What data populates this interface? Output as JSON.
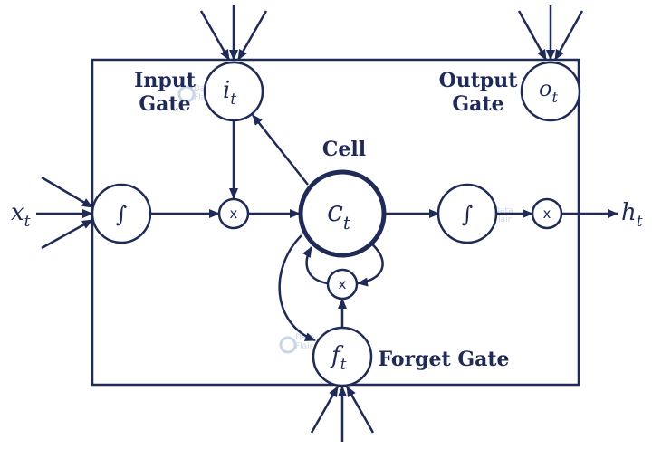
{
  "labels": {
    "input_gate_line1": "Input",
    "input_gate_line2": "Gate",
    "output_gate_line1": "Output",
    "output_gate_line2": "Gate",
    "cell": "Cell",
    "forget_gate": "Forget Gate"
  },
  "nodes": {
    "input_gate": {
      "sym": "i",
      "sub": "t"
    },
    "output_gate": {
      "sym": "o",
      "sub": "t"
    },
    "cell": {
      "sym": "c",
      "sub": "t"
    },
    "forget_gate": {
      "sym": "f",
      "sub": "t"
    },
    "input_sigmoid": {
      "sym": "∫"
    },
    "output_sigmoid": {
      "sym": "∫"
    },
    "mult_input": {
      "sym": "x"
    },
    "mult_output": {
      "sym": "x"
    },
    "mult_forget": {
      "sym": "x"
    }
  },
  "io": {
    "input": {
      "sym": "x",
      "sub": "t"
    },
    "output": {
      "sym": "h",
      "sub": "t"
    }
  },
  "watermark": {
    "line1": "Data",
    "line2": "Flair"
  },
  "colors": {
    "stroke": "#1f2a57",
    "watermark": "#c9d6ea",
    "background": "#ffffff"
  }
}
